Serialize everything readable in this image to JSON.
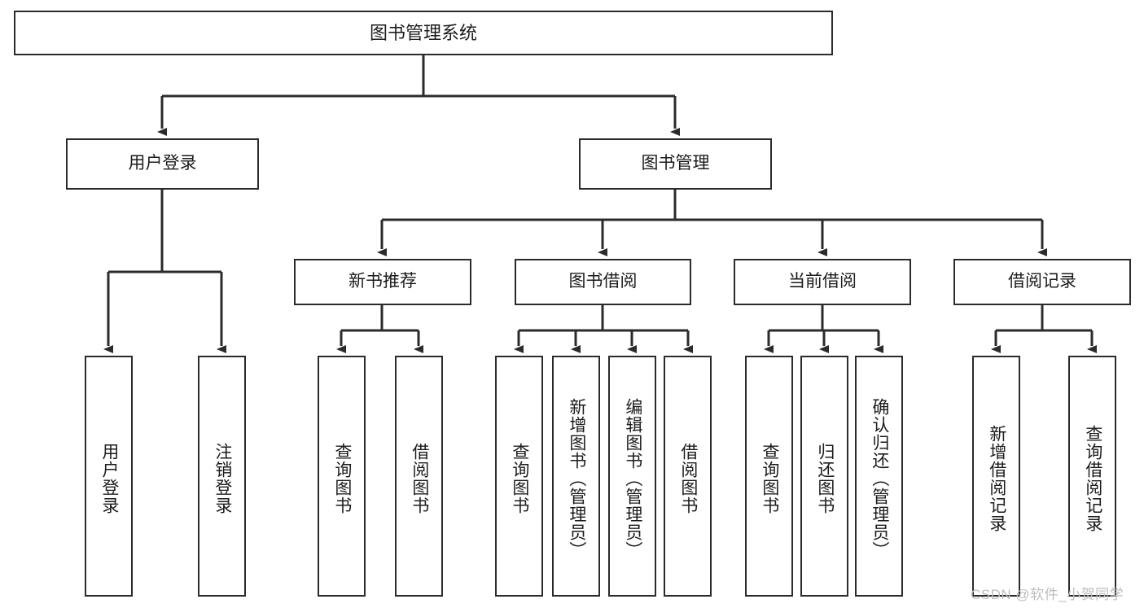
{
  "diagram": {
    "title": "图书管理系统",
    "type": "hierarchy-tree",
    "orientation": "top-down",
    "line_color": "#2b2b2b",
    "box_fill": "#ffffff",
    "text_color": "#1c1c1c",
    "levels": [
      {
        "level": 1,
        "nodes": [
          {
            "id": "root",
            "label": "图书管理系统"
          }
        ]
      },
      {
        "level": 2,
        "nodes": [
          {
            "id": "user-login",
            "label": "用户登录",
            "parent": "root"
          },
          {
            "id": "book-manage",
            "label": "图书管理",
            "parent": "root"
          }
        ]
      },
      {
        "level": 3,
        "nodes": [
          {
            "id": "new-book-rec",
            "label": "新书推荐",
            "parent": "book-manage"
          },
          {
            "id": "book-borrow",
            "label": "图书借阅",
            "parent": "book-manage"
          },
          {
            "id": "current-borrow",
            "label": "当前借阅",
            "parent": "book-manage"
          },
          {
            "id": "borrow-record",
            "label": "借阅记录",
            "parent": "book-manage"
          }
        ]
      },
      {
        "level": 4,
        "nodes": [
          {
            "id": "leaf-user-login",
            "label": "用户登录",
            "parent": "user-login"
          },
          {
            "id": "leaf-user-logout",
            "label": "注销登录",
            "parent": "user-login"
          },
          {
            "id": "leaf-query-book-1",
            "label": "查询图书",
            "parent": "new-book-rec"
          },
          {
            "id": "leaf-borrow-book-1",
            "label": "借阅图书",
            "parent": "new-book-rec"
          },
          {
            "id": "leaf-query-book-2",
            "label": "查询图书",
            "parent": "book-borrow"
          },
          {
            "id": "leaf-add-book",
            "label": "新增图书（管理员）",
            "parent": "book-borrow"
          },
          {
            "id": "leaf-edit-book",
            "label": "编辑图书（管理员）",
            "parent": "book-borrow"
          },
          {
            "id": "leaf-borrow-book-2",
            "label": "借阅图书",
            "parent": "book-borrow"
          },
          {
            "id": "leaf-query-book-3",
            "label": "查询图书",
            "parent": "current-borrow"
          },
          {
            "id": "leaf-return-book",
            "label": "归还图书",
            "parent": "current-borrow"
          },
          {
            "id": "leaf-confirm-return",
            "label": "确认归还（管理员）",
            "parent": "current-borrow"
          },
          {
            "id": "leaf-add-record",
            "label": "新增借阅记录",
            "parent": "borrow-record"
          },
          {
            "id": "leaf-query-record",
            "label": "查询借阅记录",
            "parent": "borrow-record"
          }
        ]
      }
    ]
  },
  "watermark": {
    "text": "CSDN @软件_小贺同学"
  }
}
